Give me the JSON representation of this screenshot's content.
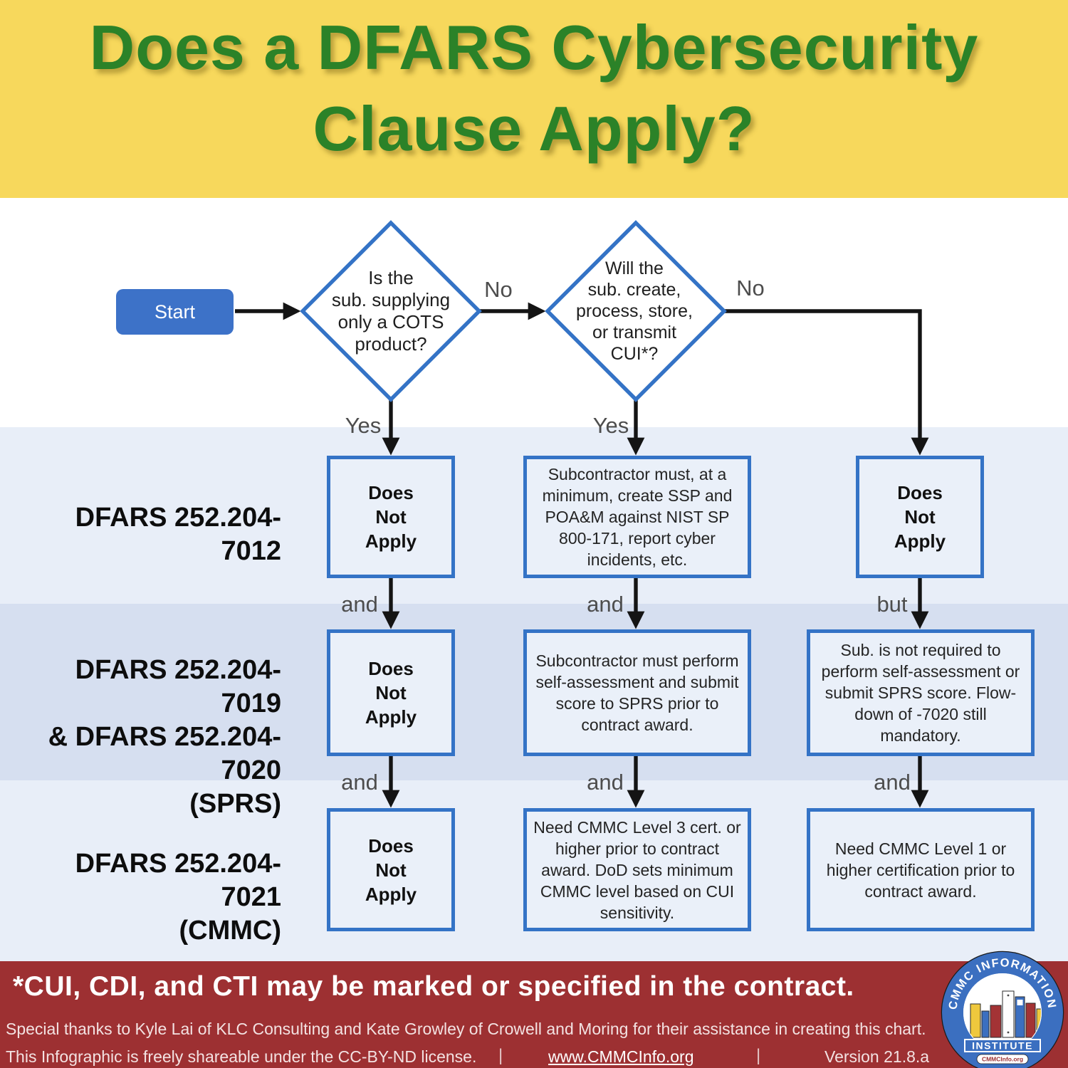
{
  "header": {
    "title_line1": "Does a DFARS Cybersecurity",
    "title_line2": "Clause Apply?"
  },
  "flowchart": {
    "start_label": "Start",
    "decision_cots": "Is the\nsub. supplying\nonly a COTS\nproduct?",
    "decision_cui": "Will the\nsub. create,\nprocess, store,\nor transmit\nCUI*?",
    "labels": {
      "no_1": "No",
      "no_2": "No",
      "yes_1": "Yes",
      "yes_2": "Yes",
      "and_r1_c1": "and",
      "and_r1_c2": "and",
      "but_r1_c3": "but",
      "and_r2_c1": "and",
      "and_r2_c2": "and",
      "and_r2_c3": "and"
    },
    "rows": [
      {
        "label": "DFARS 252.204-7012",
        "cells": [
          {
            "text": "Does\nNot\nApply"
          },
          {
            "text": "Subcontractor must, at a minimum, create SSP and POA&M against NIST SP 800-171, report cyber incidents, etc."
          },
          {
            "text": "Does\nNot\nApply"
          }
        ]
      },
      {
        "label": "DFARS 252.204-7019\n& DFARS 252.204-7020\n(SPRS)",
        "cells": [
          {
            "text": "Does\nNot\nApply"
          },
          {
            "text": "Subcontractor must perform self-assessment and submit score to SPRS prior to contract award."
          },
          {
            "text": "Sub. is not required to perform self-assessment or submit SPRS score. Flow-down of -7020 still mandatory."
          }
        ]
      },
      {
        "label": "DFARS 252.204-7021\n(CMMC)",
        "cells": [
          {
            "text": "Does\nNot\nApply"
          },
          {
            "text": "Need CMMC Level 3 cert. or higher prior to contract award. DoD sets minimum CMMC level based on CUI sensitivity."
          },
          {
            "text": "Need CMMC Level 1 or higher certification prior to contract award."
          }
        ]
      }
    ]
  },
  "footer": {
    "note": "*CUI, CDI, and CTI may be marked or specified in the contract.",
    "credits": "Special thanks to Kyle Lai of KLC Consulting and Kate Growley of Crowell and Moring for their assistance in creating this chart.",
    "license": "This Infographic is freely shareable under the CC-BY-ND license.",
    "divider1": "|",
    "link": "www.CMMCInfo.org",
    "divider2": "|",
    "version": "Version 21.8.a"
  },
  "logo": {
    "ring_text": "CMMC INFORMATION",
    "banner": "INSTITUTE",
    "site": "CMMCInfo.org"
  },
  "colors": {
    "header_bg": "#F7D85C",
    "title_green": "#2B8228",
    "band_light": "#E8EEF8",
    "band_dark": "#D6DFF0",
    "footer_red": "#9D3032",
    "node_border": "#3473C6",
    "node_fill": "#EAF0F9",
    "start_fill": "#3D72C8",
    "arrow": "#141414"
  }
}
